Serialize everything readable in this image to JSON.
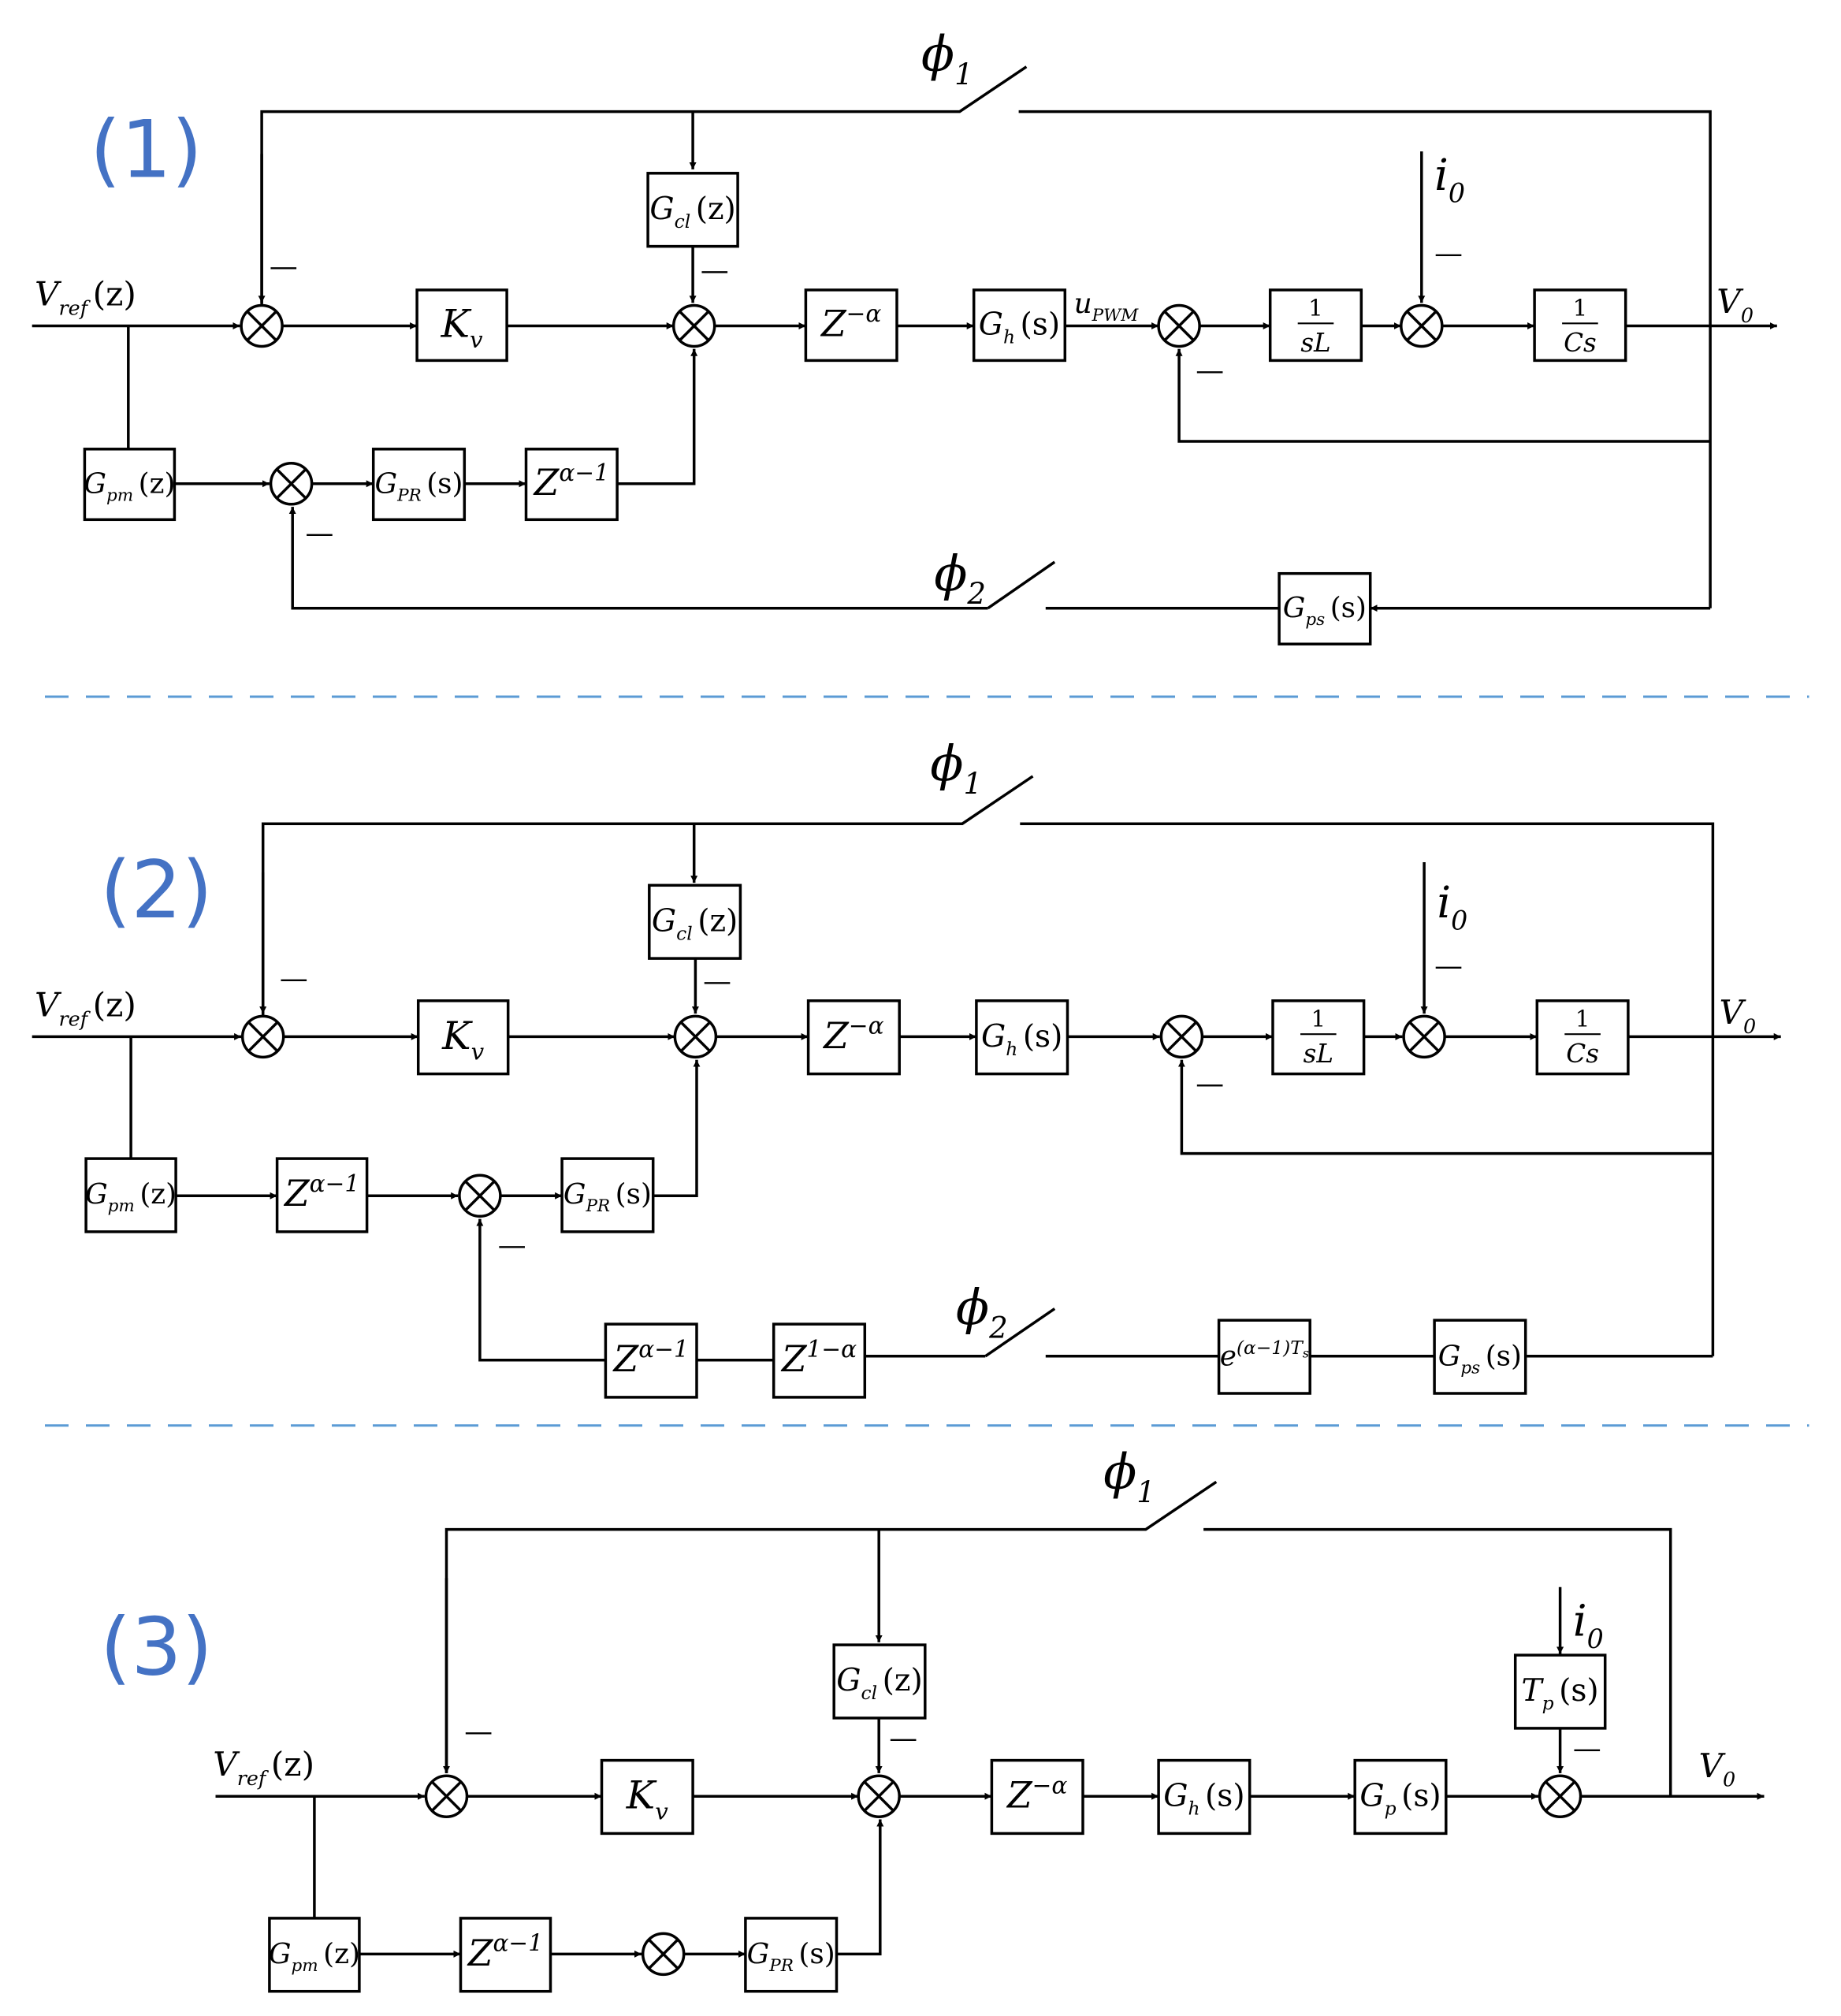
{
  "panels": [
    {
      "number": "(1)",
      "phi1": {
        "sym": "ϕ",
        "sub": "1"
      },
      "phi2": {
        "sym": "ϕ",
        "sub": "2"
      },
      "vref": {
        "main": "V",
        "sub": "ref",
        "arg": "(z)"
      },
      "vout": {
        "main": "V",
        "sub": "0"
      },
      "i0": {
        "main": "i",
        "sub": "0"
      },
      "upwm": {
        "main": "u",
        "sub": "PWM"
      },
      "minus": "—",
      "blocks": {
        "gcl": {
          "main": "G",
          "sub": "cl",
          "arg": "(z)"
        },
        "kv": {
          "main": "K",
          "sub": "v"
        },
        "za": {
          "main": "Z",
          "sup": "−α"
        },
        "gh": {
          "main": "G",
          "sub": "h",
          "arg": "(s)"
        },
        "sl": {
          "num": "1",
          "den": "sL"
        },
        "cs": {
          "num": "1",
          "den": "Cs"
        },
        "gpm": {
          "main": "G",
          "sub": "pm",
          "arg": "(z)"
        },
        "gpr": {
          "main": "G",
          "sub": "PR",
          "arg": "(s)"
        },
        "za1": {
          "main": "Z",
          "sup": "α−1"
        },
        "gps": {
          "main": "G",
          "sub": "ps",
          "arg": "(s)"
        }
      }
    },
    {
      "number": "(2)",
      "phi1": {
        "sym": "ϕ",
        "sub": "1"
      },
      "phi2": {
        "sym": "ϕ",
        "sub": "2"
      },
      "vref": {
        "main": "V",
        "sub": "ref",
        "arg": "(z)"
      },
      "vout": {
        "main": "V",
        "sub": "0"
      },
      "i0": {
        "main": "i",
        "sub": "0"
      },
      "minus": "—",
      "blocks": {
        "gcl": {
          "main": "G",
          "sub": "cl",
          "arg": "(z)"
        },
        "kv": {
          "main": "K",
          "sub": "v"
        },
        "za": {
          "main": "Z",
          "sup": "−α"
        },
        "gh": {
          "main": "G",
          "sub": "h",
          "arg": "(s)"
        },
        "sl": {
          "num": "1",
          "den": "sL"
        },
        "cs": {
          "num": "1",
          "den": "Cs"
        },
        "gpm": {
          "main": "G",
          "sub": "pm",
          "arg": "(z)"
        },
        "za1": {
          "main": "Z",
          "sup": "α−1"
        },
        "gpr": {
          "main": "G",
          "sub": "PR",
          "arg": "(s)"
        },
        "za1b": {
          "main": "Z",
          "sup": "α−1"
        },
        "z1a": {
          "main": "Z",
          "sup": "1−α"
        },
        "exp": {
          "main": "e",
          "sup": "(α−1)T",
          "supsub": "s"
        },
        "gps": {
          "main": "G",
          "sub": "ps",
          "arg": "(s)"
        }
      }
    },
    {
      "number": "(3)",
      "phi1": {
        "sym": "ϕ",
        "sub": "1"
      },
      "vref": {
        "main": "V",
        "sub": "ref",
        "arg": "(z)"
      },
      "vout": {
        "main": "V",
        "sub": "0"
      },
      "i0": {
        "main": "i",
        "sub": "0"
      },
      "minus": "—",
      "blocks": {
        "gcl": {
          "main": "G",
          "sub": "cl",
          "arg": "(z)"
        },
        "kv": {
          "main": "K",
          "sub": "v"
        },
        "za": {
          "main": "Z",
          "sup": "−α"
        },
        "gh": {
          "main": "G",
          "sub": "h",
          "arg": "(s)"
        },
        "gp": {
          "main": "G",
          "sub": "p",
          "arg": "(s)"
        },
        "tp": {
          "main": "T",
          "sub": "p",
          "arg": "(s)"
        },
        "gpm": {
          "main": "G",
          "sub": "pm",
          "arg": "(z)"
        },
        "za1": {
          "main": "Z",
          "sup": "α−1"
        },
        "gpr": {
          "main": "G",
          "sub": "PR",
          "arg": "(s)"
        }
      }
    }
  ],
  "colors": {
    "label": "#4472C4",
    "divider": "#5B9BD5",
    "line": "#000000"
  }
}
